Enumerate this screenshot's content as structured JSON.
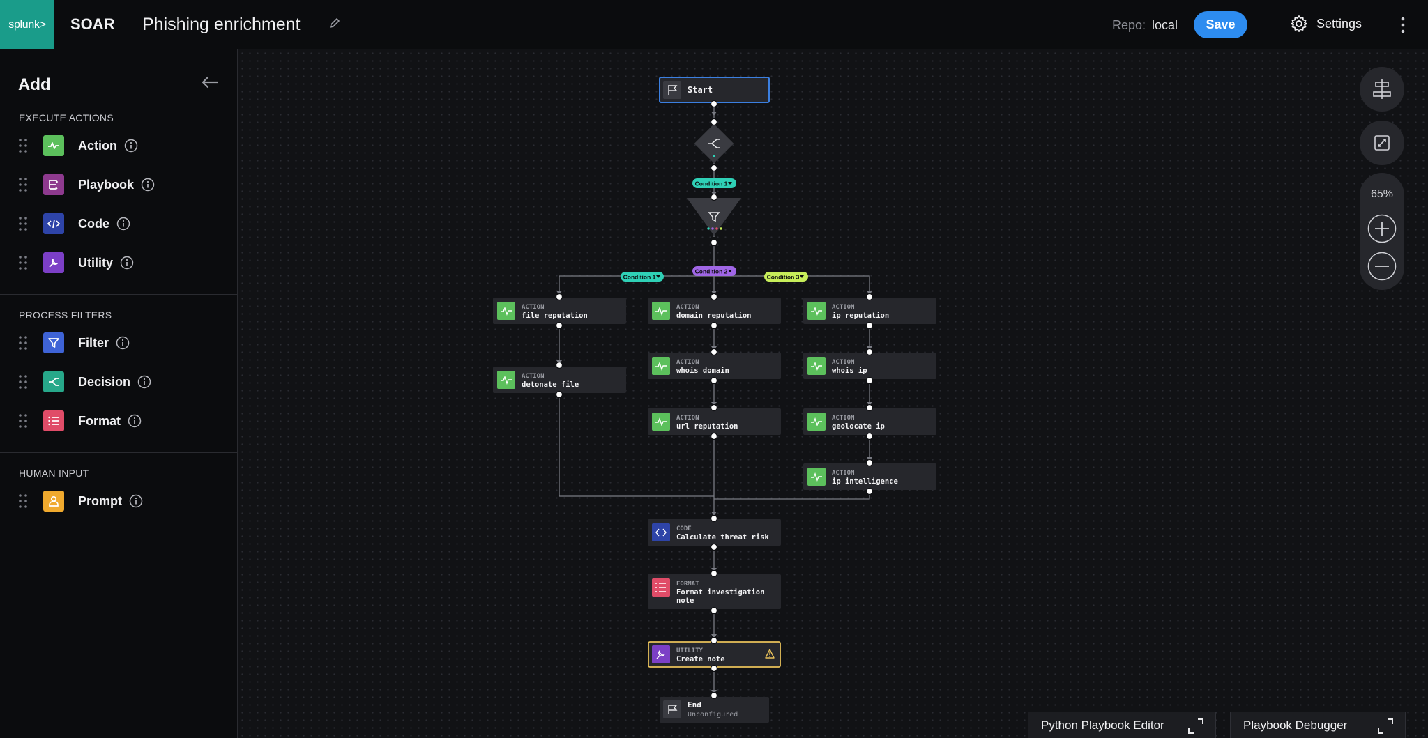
{
  "header": {
    "logo_text": "splunk>",
    "app_name": "SOAR",
    "playbook_title": "Phishing enrichment",
    "repo_label": "Repo:",
    "repo_value": "local",
    "save_label": "Save",
    "settings_label": "Settings"
  },
  "sidebar": {
    "title": "Add",
    "sections": [
      {
        "label": "EXECUTE ACTIONS",
        "items": [
          {
            "label": "Action",
            "icon": "action-icon",
            "color": "#5cc05c"
          },
          {
            "label": "Playbook",
            "icon": "playbook-icon",
            "color": "#8e3a8e"
          },
          {
            "label": "Code",
            "icon": "code-icon",
            "color": "#2e44a8"
          },
          {
            "label": "Utility",
            "icon": "utility-icon",
            "color": "#7c3fc6"
          }
        ]
      },
      {
        "label": "PROCESS FILTERS",
        "items": [
          {
            "label": "Filter",
            "icon": "filter-icon",
            "color": "#3e63d6"
          },
          {
            "label": "Decision",
            "icon": "decision-icon",
            "color": "#27a88a"
          },
          {
            "label": "Format",
            "icon": "format-icon",
            "color": "#e04c68"
          }
        ]
      },
      {
        "label": "HUMAN INPUT",
        "items": [
          {
            "label": "Prompt",
            "icon": "prompt-icon",
            "color": "#f0aa2e"
          }
        ]
      }
    ]
  },
  "flow": {
    "start": {
      "label": "Start"
    },
    "end": {
      "label": "End",
      "sub": "Unconfigured"
    },
    "decision_condition": "Condition 1",
    "filter_conditions": [
      "Condition 1",
      "Condition 2",
      "Condition 3"
    ],
    "blocks": [
      {
        "type": "ACTION",
        "name": "file reputation"
      },
      {
        "type": "ACTION",
        "name": "detonate file"
      },
      {
        "type": "ACTION",
        "name": "domain reputation"
      },
      {
        "type": "ACTION",
        "name": "whois domain"
      },
      {
        "type": "ACTION",
        "name": "url reputation"
      },
      {
        "type": "ACTION",
        "name": "ip reputation"
      },
      {
        "type": "ACTION",
        "name": "whois ip"
      },
      {
        "type": "ACTION",
        "name": "geolocate ip"
      },
      {
        "type": "ACTION",
        "name": "ip intelligence"
      },
      {
        "type": "CODE",
        "name": "Calculate threat risk"
      },
      {
        "type": "FORMAT",
        "name": "Format investigation",
        "name2": "note"
      },
      {
        "type": "UTILITY",
        "name": "Create note"
      }
    ],
    "colors": {
      "action": "#5cc05c",
      "code": "#2e44a8",
      "format": "#e04c68",
      "utility": "#7c3fc6",
      "cond1": "#2fd0b6",
      "cond2": "#a066e6",
      "cond3": "#c7ee5a",
      "selected": "#3b7fe0",
      "warning": "#e8c15a"
    }
  },
  "zoom": {
    "level": "65%"
  },
  "bottom_tabs": [
    "Python Playbook Editor",
    "Playbook Debugger"
  ]
}
